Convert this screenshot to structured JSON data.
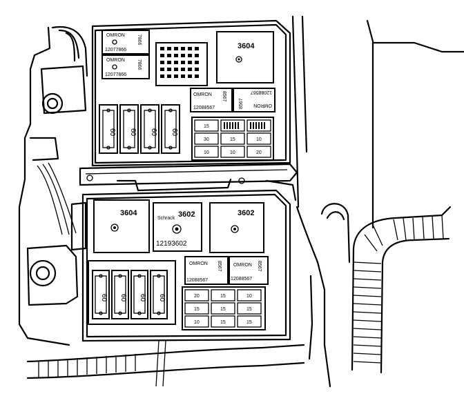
{
  "labels": {
    "relay_top_right": "3604",
    "relay_mid_left": "3604",
    "relay_mid_center": "3602",
    "relay_mid_right": "3602",
    "omron_tl1_brand": "OMRON",
    "omron_tl1_part": "12077866",
    "omron_tl1_side": "7866",
    "omron_tl2_brand": "OMRON",
    "omron_tl2_part": "12077866",
    "omron_tl2_side": "7866",
    "omron_top_mid_brand": "OMRON",
    "omron_top_mid_part": "12088567",
    "omron_top_mid_side": "8567",
    "omron_top_right_brand": "OMRON",
    "omron_top_right_part": "12088567",
    "omron_top_right_side": "8567",
    "schrack_brand": "Schrack",
    "schrack_part": "12193602",
    "omron_low1_brand": "OMRON",
    "omron_low1_part": "12088567",
    "omron_low1_side": "8567",
    "omron_low2_brand": "OMRON",
    "omron_low2_part": "12088567",
    "omron_low2_side": "8567"
  },
  "maxi_fuses_top": [
    "60",
    "60",
    "60",
    "60"
  ],
  "maxi_fuses_bottom": [
    "60",
    "60",
    "60",
    "60"
  ],
  "mini_fuses_top": [
    [
      "15",
      "",
      ""
    ],
    [
      "30",
      "15",
      "10"
    ],
    [
      "10",
      "10",
      "20"
    ]
  ],
  "mini_fuses_bottom": [
    [
      "20",
      "15",
      "10"
    ],
    [
      "15",
      "15",
      "15"
    ],
    [
      "10",
      "15",
      "15"
    ]
  ]
}
